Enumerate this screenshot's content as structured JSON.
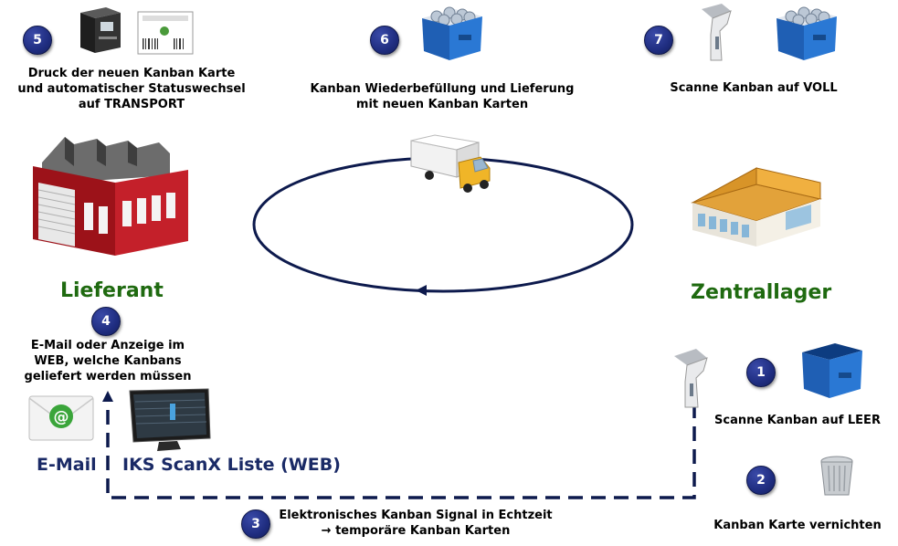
{
  "steps": [
    {
      "num": "1",
      "text": "Scanne Kanban auf LEER"
    },
    {
      "num": "2",
      "text": "Kanban Karte vernichten"
    },
    {
      "num": "3",
      "line1": "Elektronisches Kanban Signal in Echtzeit",
      "line2": "→ temporäre Kanban Karten"
    },
    {
      "num": "4",
      "line1": "E-Mail oder Anzeige im",
      "line2": "WEB, welche Kanbans",
      "line3": "geliefert werden müssen"
    },
    {
      "num": "5",
      "line1": "Druck der neuen Kanban Karte",
      "line2": "und automatischer Statuswechsel",
      "line3": "auf TRANSPORT"
    },
    {
      "num": "6",
      "line1": "Kanban Wiederbefüllung und Lieferung",
      "line2": "mit neuen Kanban Karten"
    },
    {
      "num": "7",
      "text": "Scanne Kanban auf VOLL"
    }
  ],
  "labels": {
    "supplier": "Lieferant",
    "warehouse": "Zentrallager",
    "email": "E-Mail",
    "web_list": "IKS ScanX Liste (WEB)"
  },
  "icons": {
    "factory": "factory-icon",
    "warehouse": "warehouse-icon",
    "truck": "truck-icon",
    "scanner": "barcode-scanner-icon",
    "bin_empty": "empty-bin-icon",
    "bin_full": "full-bin-icon",
    "trash": "trash-can-icon",
    "email": "email-icon",
    "monitor": "monitor-icon",
    "printer": "label-printer-icon",
    "label": "kanban-label-icon"
  },
  "colors": {
    "step_badge": "#1f2d80",
    "supplier_text": "#1f6a10",
    "flow_line": "#0d1a4d",
    "factory_red": "#a3121a"
  }
}
